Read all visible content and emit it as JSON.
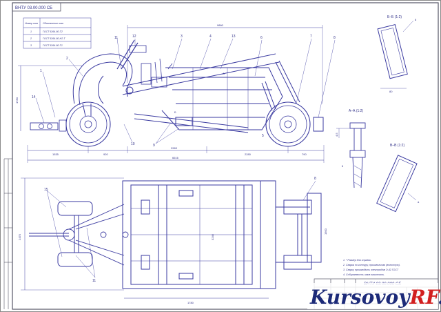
{
  "stamp_code": "ВНТУ 03.00.000 СБ",
  "stamp_code_rotated": "ВНТУ 03.00.000 СБ",
  "weld_table": {
    "headers": [
      "Номер шва",
      "Обозначение шва"
    ],
    "rows": [
      [
        "1",
        "ГОСТ 5264-80-Т2"
      ],
      [
        "2",
        "ГОСТ 5264-80-Н2-Т"
      ],
      [
        "3",
        "ГОСТ 5264-80-Т1"
      ]
    ]
  },
  "section_labels": {
    "bb": "Б–Б (1:2)",
    "aa": "А–А (1:2)",
    "vv": "В–В (1:2)"
  },
  "dimensions": {
    "overall_length": "9860",
    "bottom_length": "6616",
    "d1": "1535",
    "d2": "920",
    "d3": "2963",
    "d4": "2280",
    "d5": "790",
    "height": "1780",
    "width_plan": "2470",
    "plan_inner": "3240",
    "plan_bottom": "1780",
    "plan_right": "1500",
    "section_bb": "80",
    "section_aa": "4,5"
  },
  "callouts": [
    "1",
    "2",
    "3",
    "4",
    "5",
    "6",
    "7",
    "8",
    "9",
    "10",
    "11",
    "12",
    "13",
    "14",
    "15"
  ],
  "notes": [
    "1. * Размер для справок.",
    "2. Сварка по контуру, произвольная (вплотную).",
    "3. Сварку производить электродом Э-42 ГОСТ",
    "4. Собираемость швов зачистить."
  ],
  "watermark": "KursovoyRF.ru",
  "colors": {
    "line": "#3a3aa0",
    "frame": "#555566",
    "watermark": "#1c2a78",
    "watermark_accent": "#d21f1f"
  }
}
